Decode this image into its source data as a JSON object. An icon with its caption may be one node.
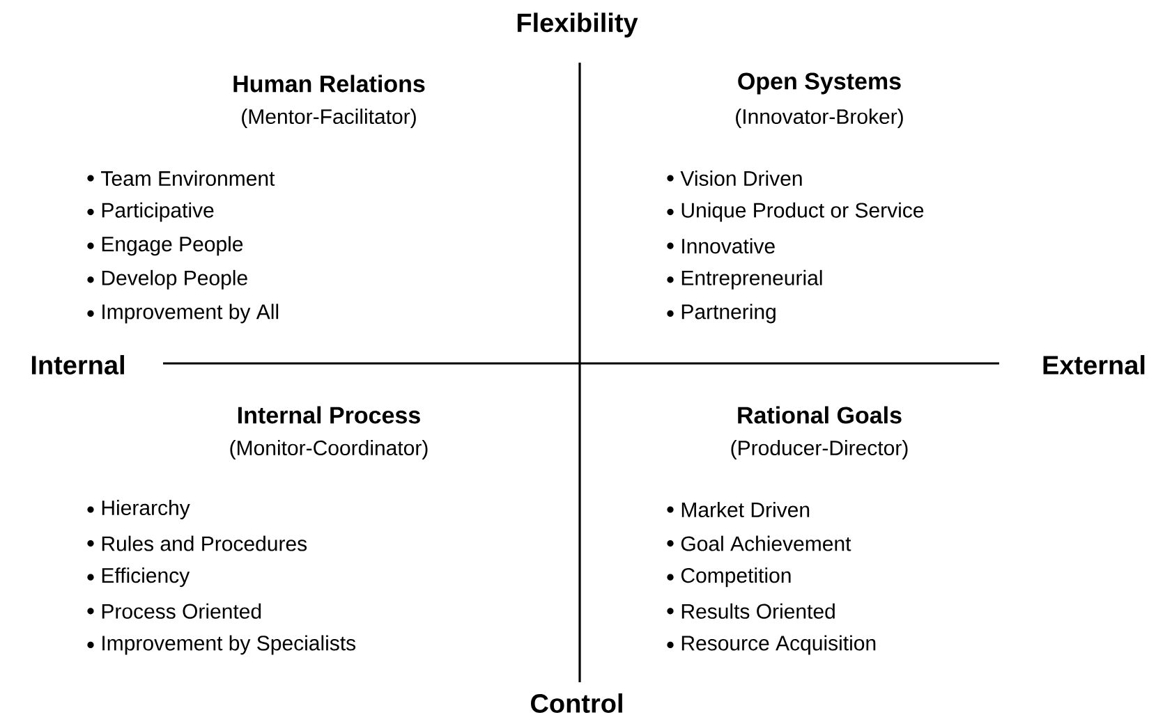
{
  "diagram": {
    "labels": [
      "Flexibility",
      "Human Relations",
      "(Mentor-Facilitator)",
      "Team Environment",
      "Participative",
      "Engage People",
      "Develop People",
      "Improvement by All",
      "Open Systems",
      "(Innovator-Broker)",
      "Vision Driven",
      "Unique Product or Service",
      "Innovative",
      "Entrepreneurial",
      "Partnering",
      "Internal",
      "External",
      "Internal Process",
      "(Monitor-Coordinator)",
      "Hierarchy",
      "Rules and Procedures",
      "Efficiency",
      "Process Oriented",
      "Improvement by Specialists",
      "Rational Goals",
      "(Producer-Director)",
      "Market Driven",
      "Goal Achievement",
      "Competition",
      "Results Oriented",
      "Resource Acquisition",
      "Control"
    ]
  }
}
